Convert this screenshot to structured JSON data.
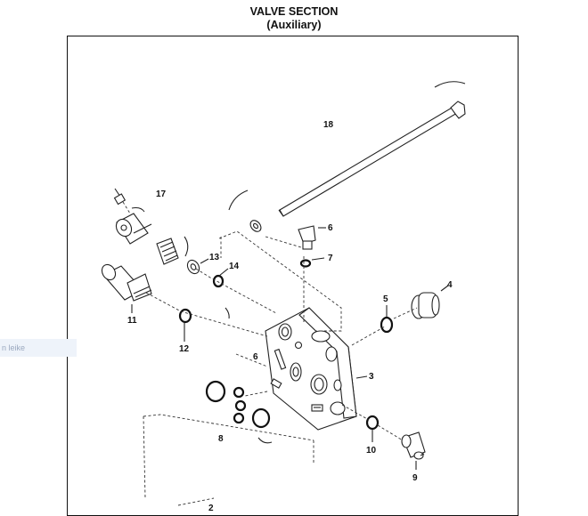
{
  "title": "VALVE SECTION",
  "subtitle": "(Auxiliary)",
  "watermark_text": "n leike",
  "callouts": {
    "c18": "18",
    "c17": "17",
    "c6a": "6",
    "c7": "7",
    "c13": "13",
    "c14": "14",
    "c5": "5",
    "c4": "4",
    "c11": "11",
    "c12": "12",
    "c6b": "6",
    "c3": "3",
    "c8": "8",
    "c10": "10",
    "c9": "9",
    "c2": "2"
  }
}
